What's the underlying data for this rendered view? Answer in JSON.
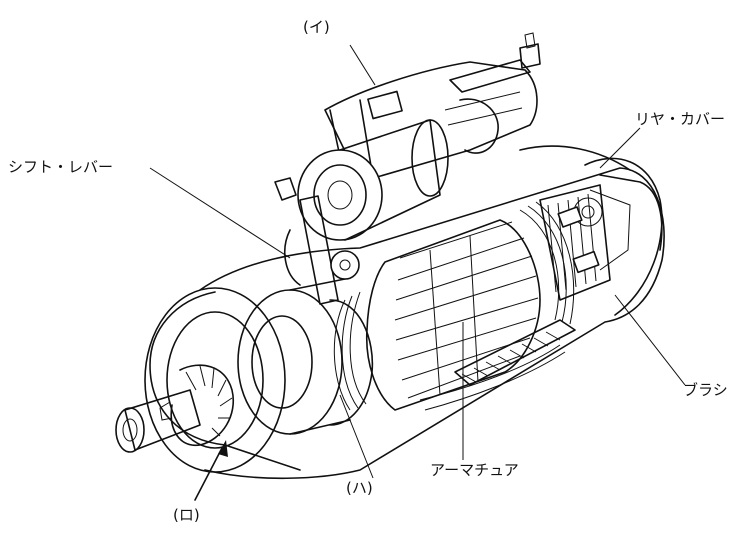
{
  "labels": {
    "i": "(イ)",
    "rear_cover": "リヤ・カバー",
    "shift_lever": "シフト・レバー",
    "brush": "ブラシ",
    "armature": "アーマチュア",
    "ha": "(ハ)",
    "ro": "(ロ)"
  }
}
